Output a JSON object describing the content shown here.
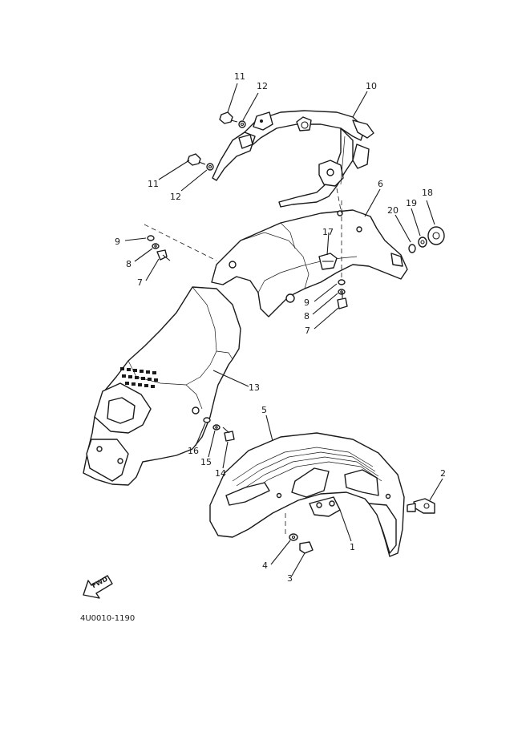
{
  "document_code": "4U0010-1190",
  "fwd_mark": "FWD",
  "callouts": [
    {
      "id": "label-11-top",
      "text": "11"
    },
    {
      "id": "label-12-top",
      "text": "12"
    },
    {
      "id": "label-10",
      "text": "10"
    },
    {
      "id": "label-11-mid",
      "text": "11"
    },
    {
      "id": "label-12-mid",
      "text": "12"
    },
    {
      "id": "label-6",
      "text": "6"
    },
    {
      "id": "label-18",
      "text": "18"
    },
    {
      "id": "label-19",
      "text": "19"
    },
    {
      "id": "label-20",
      "text": "20"
    },
    {
      "id": "label-17",
      "text": "17"
    },
    {
      "id": "label-9-left",
      "text": "9"
    },
    {
      "id": "label-8-left",
      "text": "8"
    },
    {
      "id": "label-7-left",
      "text": "7"
    },
    {
      "id": "label-9-right",
      "text": "9"
    },
    {
      "id": "label-8-right",
      "text": "8"
    },
    {
      "id": "label-7-right",
      "text": "7"
    },
    {
      "id": "label-13",
      "text": "13"
    },
    {
      "id": "label-5",
      "text": "5"
    },
    {
      "id": "label-16",
      "text": "16"
    },
    {
      "id": "label-15",
      "text": "15"
    },
    {
      "id": "label-14",
      "text": "14"
    },
    {
      "id": "label-2",
      "text": "2"
    },
    {
      "id": "label-1",
      "text": "1"
    },
    {
      "id": "label-4",
      "text": "4"
    },
    {
      "id": "label-3",
      "text": "3"
    }
  ]
}
